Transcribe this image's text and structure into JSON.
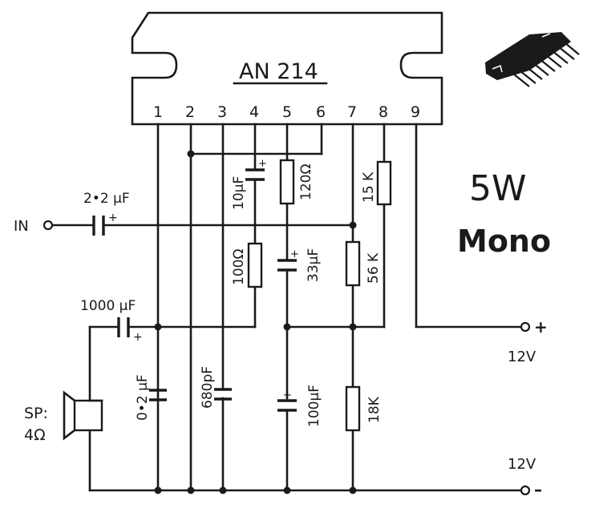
{
  "ic": {
    "part_number": "AN 214",
    "pins": [
      "1",
      "2",
      "3",
      "4",
      "5",
      "6",
      "7",
      "8",
      "9"
    ]
  },
  "headline": {
    "power": "5W",
    "mode": "Mono"
  },
  "components": {
    "c_in": "2•2 µF",
    "c_out": "1000 µF",
    "c_10": "10µF",
    "r_120": "120Ω",
    "r_15k": "15 K",
    "r_100": "100Ω",
    "c_33": "33µF",
    "r_56k": "56 K",
    "c_02": "0•2 µF",
    "c_680": "680pF",
    "c_100": "100µF",
    "r_18k": "18K"
  },
  "terminals": {
    "input": "IN",
    "speaker_line1": "SP:",
    "speaker_line2": "4Ω",
    "supply_pos_voltage": "12V",
    "supply_pos_sign": "+",
    "supply_neg_voltage": "12V",
    "supply_neg_sign": "–"
  },
  "polarity_mark": "+"
}
